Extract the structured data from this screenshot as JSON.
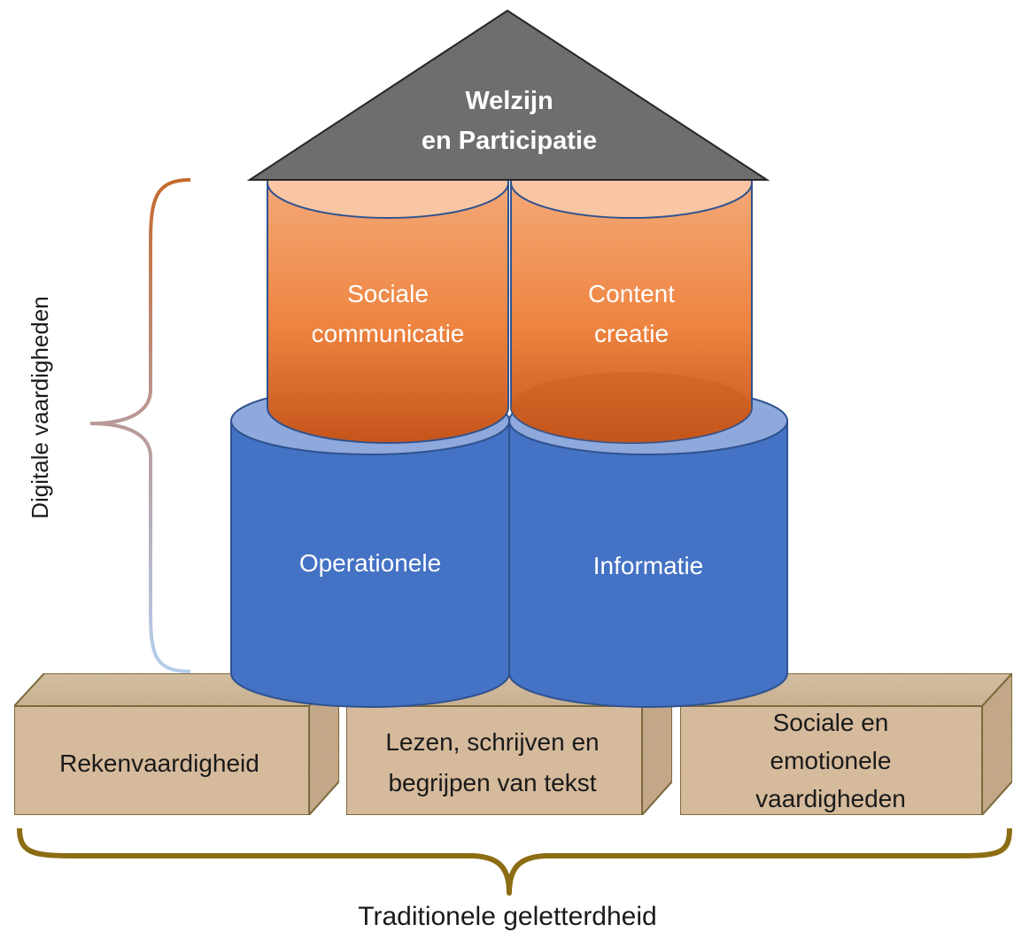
{
  "roof": {
    "line1": "Welzijn",
    "line2": "en Participatie",
    "color": "#6e6e6e"
  },
  "digital": {
    "brace_label": "Digitale vaardigheden",
    "upper_pillars": [
      {
        "line1": "Sociale",
        "line2": "communicatie"
      },
      {
        "line1": "Content",
        "line2": "creatie"
      }
    ],
    "lower_pillars": [
      {
        "label": "Operationele"
      },
      {
        "label": "Informatie"
      }
    ],
    "orange": "#e8793a",
    "blue": "#4472c4"
  },
  "traditional": {
    "brace_label": "Traditionele geletterdheid",
    "blocks": [
      {
        "lines": [
          "Rekenvaardigheid"
        ]
      },
      {
        "lines": [
          "Lezen, schrijven en",
          "begrijpen van tekst"
        ]
      },
      {
        "lines": [
          "Sociale en",
          "emotionele",
          "vaardigheden"
        ]
      }
    ],
    "block_color": "#dcbfa0",
    "brace_color": "#8c6d14"
  }
}
